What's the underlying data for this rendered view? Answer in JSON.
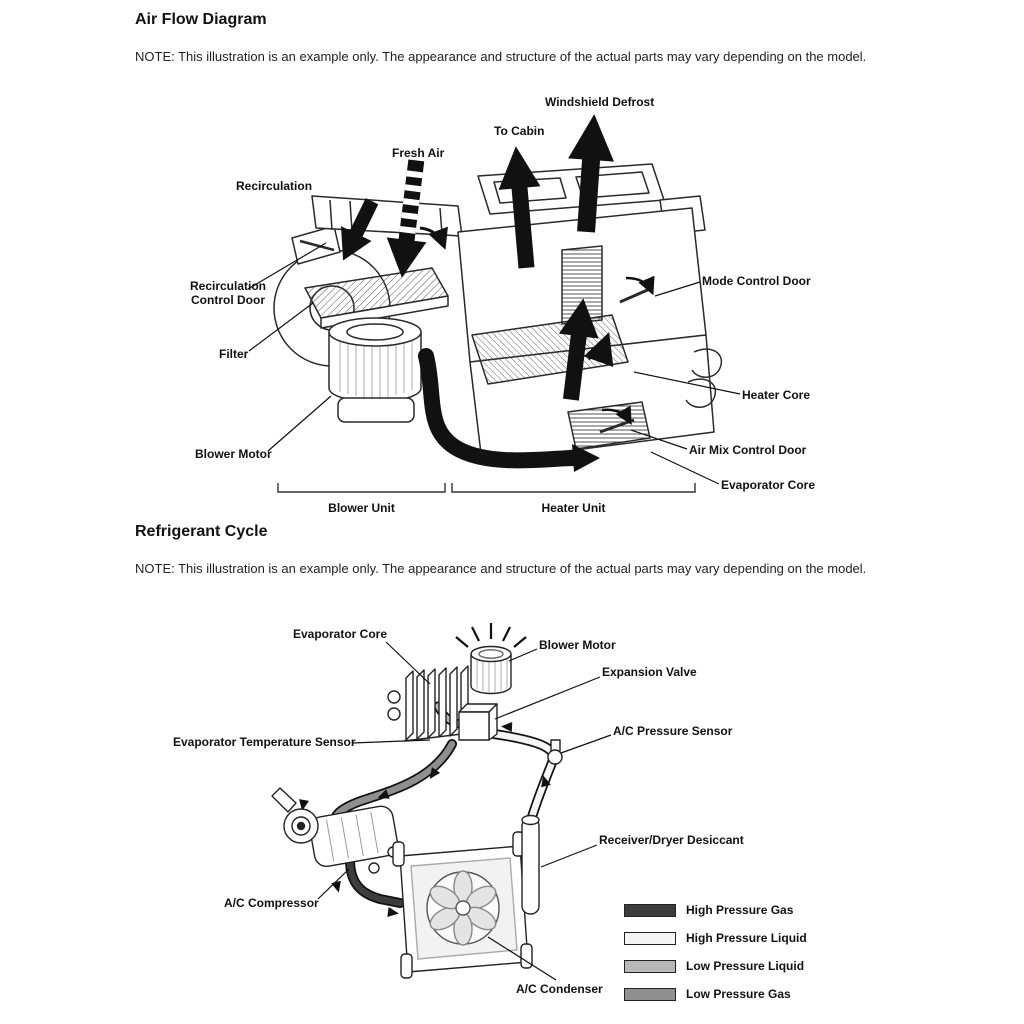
{
  "page": {
    "background": "#ffffff",
    "text_color": "#111111",
    "line_color": "#2a2a2a"
  },
  "airflow": {
    "title": "Air Flow Diagram",
    "note": "NOTE: This illustration is an example only. The appearance and structure of the actual parts may vary depending on the model.",
    "labels": {
      "windshield_defrost": "Windshield Defrost",
      "to_cabin": "To Cabin",
      "fresh_air": "Fresh Air",
      "recirculation": "Recirculation",
      "recirculation_control_door": "Recirculation Control Door",
      "filter": "Filter",
      "blower_motor": "Blower Motor",
      "mode_control_door": "Mode Control Door",
      "heater_core": "Heater Core",
      "air_mix_control_door": "Air Mix Control Door",
      "evaporator_core": "Evaporator Core",
      "blower_unit": "Blower Unit",
      "heater_unit": "Heater Unit"
    }
  },
  "refrigerant": {
    "title": "Refrigerant Cycle",
    "note": "NOTE: This illustration is an example only. The appearance and structure of the actual parts may vary depending on the model.",
    "labels": {
      "evaporator_core": "Evaporator Core",
      "blower_motor": "Blower Motor",
      "expansion_valve": "Expansion Valve",
      "evaporator_temperature_sensor": "Evaporator Temperature Sensor",
      "ac_pressure_sensor": "A/C Pressure Sensor",
      "receiver_dryer_desiccant": "Receiver/Dryer Desiccant",
      "ac_compressor": "A/C Compressor",
      "ac_condenser": "A/C Condenser"
    },
    "legend": [
      {
        "label": "High Pressure Gas",
        "color": "#3d3d3d"
      },
      {
        "label": "High Pressure Liquid",
        "color": "#f5f5f5"
      },
      {
        "label": "Low Pressure Liquid",
        "color": "#b8b8b8"
      },
      {
        "label": "Low Pressure Gas",
        "color": "#8f8f8f"
      }
    ]
  }
}
